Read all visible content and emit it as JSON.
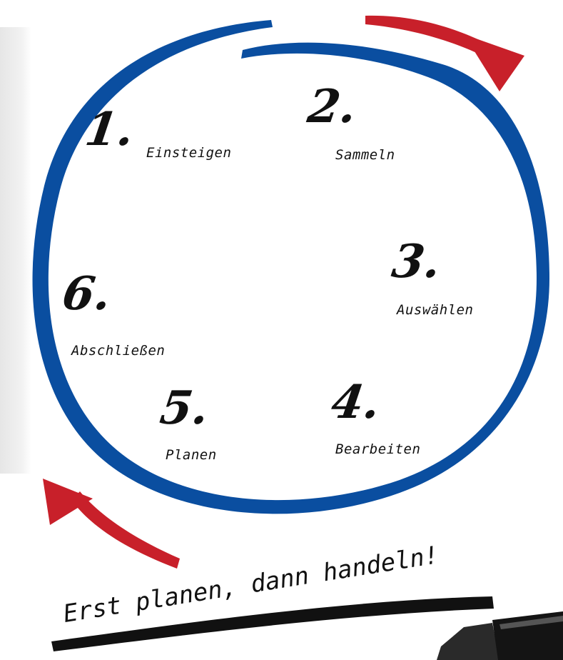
{
  "steps": [
    {
      "number": "1.",
      "label": "Einsteigen"
    },
    {
      "number": "2.",
      "label": "Sammeln"
    },
    {
      "number": "3.",
      "label": "Auswählen"
    },
    {
      "number": "4.",
      "label": "Bearbeiten"
    },
    {
      "number": "5.",
      "label": "Planen"
    },
    {
      "number": "6.",
      "label": "Abschließen"
    }
  ],
  "slogan": "Erst planen, dann handeln!",
  "colors": {
    "circle": "#0a4ea0",
    "arrow": "#c8202a",
    "ink": "#111111"
  },
  "icons": [
    "cycle-arrow-icon",
    "marker-pen-icon"
  ]
}
